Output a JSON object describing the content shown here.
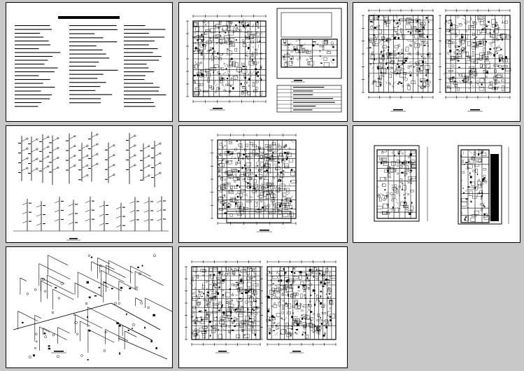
{
  "sheets": [
    {
      "id": "design-notes",
      "title": ""
    },
    {
      "id": "ground-floor-plan",
      "title": ""
    },
    {
      "id": "upper-floor-plans",
      "title": ""
    },
    {
      "id": "riser-diagrams",
      "title": ""
    },
    {
      "id": "typical-floor-plan",
      "title": ""
    },
    {
      "id": "roof-plans",
      "title": ""
    },
    {
      "id": "isometric-system",
      "title": ""
    },
    {
      "id": "basement-plans",
      "title": ""
    }
  ],
  "notes_title": "",
  "colors": {
    "background": "#c8c8c8",
    "sheet": "#ffffff",
    "ink": "#000000"
  }
}
